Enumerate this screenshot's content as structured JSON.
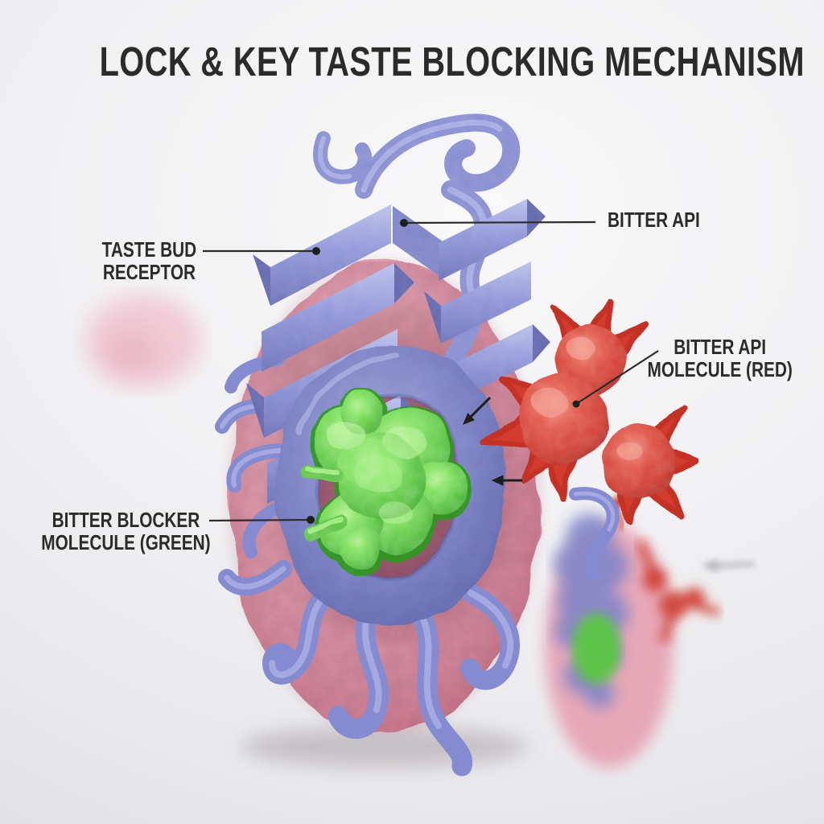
{
  "title": "LOCK & KEY TASTE BLOCKING MECHANISM",
  "labels": {
    "taste_bud_receptor": {
      "lines": [
        "TASTE BUD",
        "RECEPTOR"
      ]
    },
    "bitter_api": {
      "lines": [
        "BITTER API"
      ]
    },
    "bitter_api_molecule": {
      "lines": [
        "BITTER API",
        "MOLECULE (RED)"
      ]
    },
    "bitter_blocker_molecule": {
      "lines": [
        "BITTER BLOCKER",
        "MOLECULE (GREEN)"
      ]
    }
  },
  "colors": {
    "background": "#f1f1f3",
    "text": "#2b2b2b",
    "leader_line": "#2b2b2b",
    "receptor_cell_pink": "#e7a0b2",
    "protein_purple": "#8d94d8",
    "blocker_green": "#57cb3a",
    "api_red": "#d23b2e"
  }
}
